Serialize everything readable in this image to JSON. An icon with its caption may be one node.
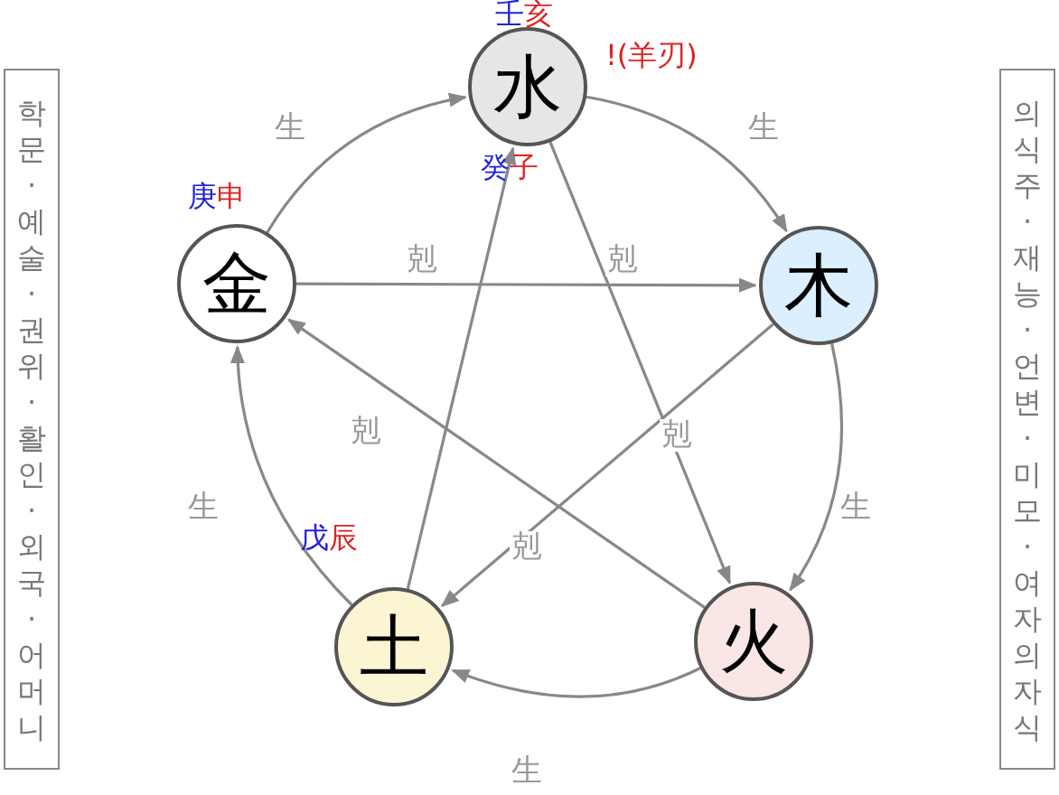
{
  "diagram": {
    "nodes": [
      {
        "text": [
          "水"
        ],
        "beside": [
          "壬亥",
          "!(羊刃)",
          "癸子"
        ]
      },
      {
        "text": [
          "金"
        ],
        "beside": [
          "庚申"
        ]
      },
      {
        "text": [
          "木"
        ]
      },
      {
        "text": [
          "土"
        ],
        "beside": [
          "戊辰"
        ]
      },
      {
        "text": [
          "火"
        ]
      },
      {
        "text": [
          "학문·예술·권위·활인·외국·어머니"
        ]
      },
      {
        "text": [
          "의식주·재능·언변·미모·여자의자식"
        ]
      }
    ],
    "edges": [
      {
        "from": 0,
        "to": 2,
        "arrow": "to",
        "label": "生"
      },
      {
        "from": 2,
        "to": 4,
        "arrow": "to",
        "label": "生"
      },
      {
        "from": 4,
        "to": 3,
        "arrow": "to",
        "label": "生"
      },
      {
        "from": 3,
        "to": 1,
        "arrow": "to",
        "label": "生"
      },
      {
        "from": 1,
        "to": 0,
        "arrow": "to",
        "label": "生"
      },
      {
        "from": 1,
        "to": 2,
        "arrow": "to",
        "label": "剋"
      },
      {
        "from": 0,
        "to": 4,
        "arrow": "to",
        "label": "剋"
      },
      {
        "from": 2,
        "to": 3,
        "arrow": "to",
        "label": "剋"
      },
      {
        "from": 3,
        "to": 0,
        "arrow": "to",
        "label": "剋"
      },
      {
        "from": 4,
        "to": 1,
        "arrow": "to",
        "label": "剋"
      }
    ]
  }
}
